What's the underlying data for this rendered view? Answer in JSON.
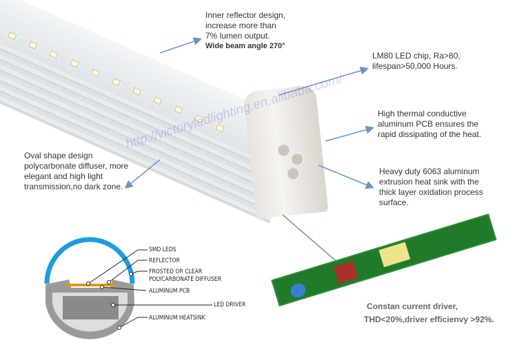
{
  "callouts": {
    "reflector": [
      "Inner reflector design,",
      "increase more than",
      "7% lumen output.",
      "Wide beam angle 270°"
    ],
    "chip": [
      "LM80 LED chip, Ra>80,",
      "lifespan>50,000 Hours."
    ],
    "pcb": [
      "High thermal conductive",
      "aluminum PCB ensures the",
      "rapid dissipating of the heat."
    ],
    "heatsink": [
      "Heavy duty 6063 aluminum",
      "extrusion heat sink with the",
      "thick layer oxidation process",
      "surface."
    ],
    "diffuser": [
      "Oval shape design",
      "polycarbonate diffuser, more",
      "elegant and high light",
      "transmission,no dark zone."
    ],
    "driver": [
      "Constan current driver,",
      "THD<20%,driver efficienvy >92%."
    ]
  },
  "diagram_labels": {
    "smd": "SMD LEDS",
    "reflector": "REFLECTOR",
    "diffuser1": "FROSTED OR CLEAR",
    "diffuser2": "POLYCARBONATE DIFFUSER",
    "pcb": "ALUMINUM PCB",
    "driver": "LED DRIVER",
    "heatsink": "ALUMINUM HEATSINK"
  },
  "watermark": "http://victoryledlighting.en.alibaba.com/",
  "colors": {
    "arrow": "#6b93c4",
    "diffuser": "#1a9ee0",
    "pcb": "#e39a00",
    "board": "#1f7a2a"
  }
}
